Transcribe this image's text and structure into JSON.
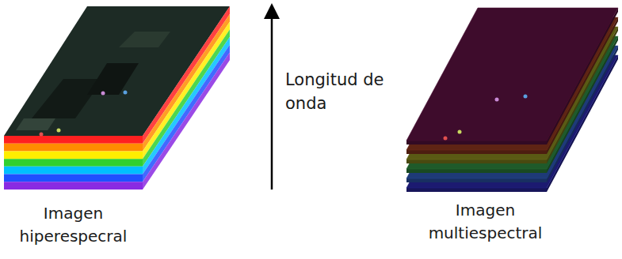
{
  "diagram": {
    "labels": [
      "Imagen hiperespecral",
      "Longitud de onda",
      "Imagen multiespectral"
    ]
  }
}
